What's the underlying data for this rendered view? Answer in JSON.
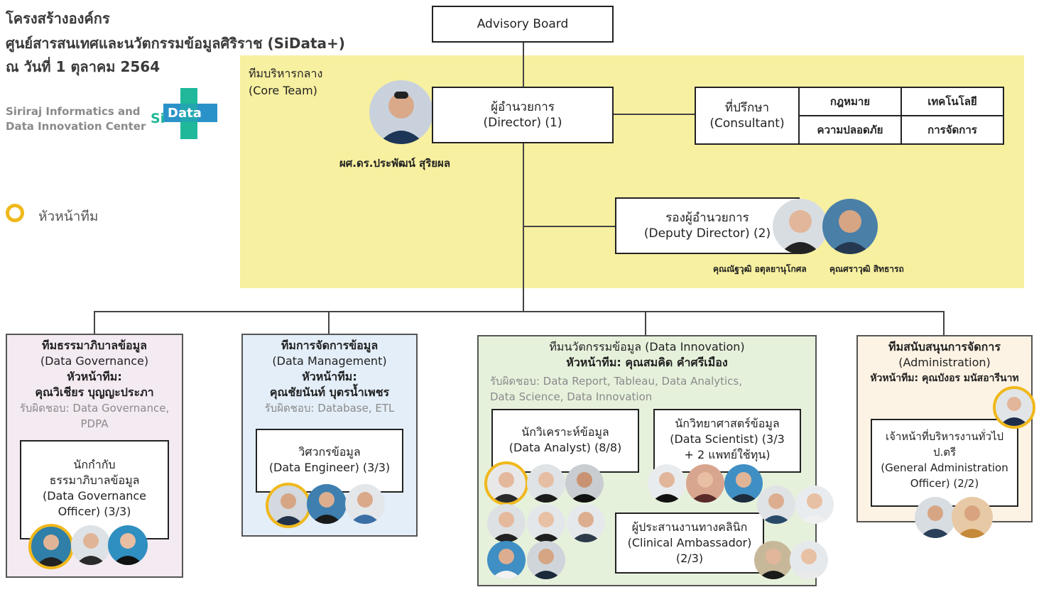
{
  "header": {
    "line1": "โครงสร้างองค์กร",
    "line2": "ศูนย์สารสนเทศและนวัตกรรมข้อมูลศิริราช (SiData+)",
    "line3": "ณ วันที่ 1 ตุลาคม 2564"
  },
  "logo": {
    "line1": "Siriraj Informatics and",
    "line2": "Data Innovation Center",
    "mark_si": "Si",
    "mark_data": "Data",
    "icon": "plus-cross-icon",
    "accent": "#1fb89a"
  },
  "legend": {
    "label": "หัวหน้าทีม",
    "icon": "ring-icon",
    "color": "#f0b81c"
  },
  "colors": {
    "core_bg": "#f7f0a0",
    "governance_bg": "#f4eaf2",
    "management_bg": "#e3eef8",
    "innovation_bg": "#e6f1dc",
    "admin_bg": "#fdf3e4",
    "leader_ring": "#f0b81c"
  },
  "advisory": {
    "label": "Advisory Board"
  },
  "core": {
    "label_th": "ทีมบริหารกลาง",
    "label_en": "(Core Team)",
    "director_th": "ผู้อำนวยการ",
    "director_en": "(Director) (1)",
    "director_name": "ผศ.ดร.ประพัฒน์ สุริยผล",
    "consultant_th": "ที่ปรึกษา",
    "consultant_en": "(Consultant)",
    "consultant_cells": [
      "กฎหมาย",
      "เทคโนโลยี",
      "ความปลอดภัย",
      "การจัดการ"
    ],
    "deputy_th": "รองผู้อำนวยการ",
    "deputy_en": "(Deputy Director) (2)",
    "deputy_names": [
      "คุณณัฐวุฒิ อตุลยานุโกศล",
      "คุณศราวุฒิ สิทธารถ"
    ]
  },
  "governance": {
    "title_th": "ทีมธรรมาภิบาลข้อมูล",
    "title_en": "(Data Governance)",
    "lead_label": "หัวหน้าทีม:",
    "lead_name": "คุณวิเชียร บุญญะประภา",
    "resp_prefix": "รับผิดชอบ:",
    "resp_l1": "Data Governance,",
    "resp_l2": "PDPA",
    "role_l1": "นักกำกับ",
    "role_l2": "ธรรมาภิบาลข้อมูล",
    "role_l3": "(Data Governance",
    "role_l4": "Officer) (3/3)"
  },
  "management": {
    "title_th": "ทีมการจัดการข้อมูล",
    "title_en": "(Data Management)",
    "lead_label": "หัวหน้าทีม:",
    "lead_name": "คุณชัยนันท์ บุตรน้ำเพชร",
    "resp_prefix": "รับผิดชอบ:",
    "resp": "Database, ETL",
    "role_th": "วิศวกรข้อมูล",
    "role_en": "(Data Engineer) (3/3)"
  },
  "innovation": {
    "title": "ทีมนวัตกรรมข้อมูล (Data Innovation)",
    "lead": "หัวหน้าทีม: คุณสมคิด คำศรีเมือง",
    "resp_prefix": "รับผิดชอบ:",
    "resp_l1": "Data Report, Tableau, Data Analytics,",
    "resp_l2": "Data Science, Data Innovation",
    "analyst_th": "นักวิเคราะห์ข้อมูล",
    "analyst_en": "(Data Analyst) (8/8)",
    "scientist_th": "นักวิทยาศาสตร์ข้อมูล",
    "scientist_l2": "(Data Scientist) (3/3",
    "scientist_l3": "+ 2 แพทย์ใช้ทุน)",
    "clinical_th": "ผู้ประสานงานทางคลินิก",
    "clinical_en": "(Clinical Ambassador)",
    "clinical_count": "(2/3)"
  },
  "admin": {
    "title_th": "ทีมสนับสนุนการจัดการ",
    "title_en": "(Administration)",
    "lead": "หัวหน้าทีม: คุณบังอร มนัสอารีนาท",
    "role_l1": "เจ้าหน้าที่บริหารงานทั่วไป",
    "role_l2": "ป.ตรี",
    "role_l3": "(General Administration",
    "role_l4": "Officer) (2/2)"
  }
}
